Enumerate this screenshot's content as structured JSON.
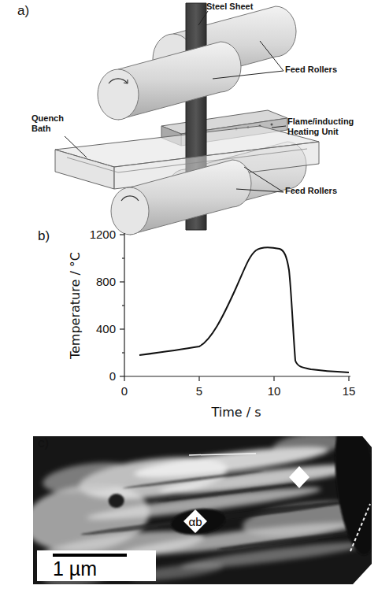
{
  "diagram": {
    "nodes": [
      {
        "text": [
          "αb"
        ]
      },
      {
        "text": [
          "1 µm"
        ]
      }
    ],
    "labels": [
      "a)",
      "Steel Sheet",
      "Feed Rollers",
      "Quench Bath",
      "Flame/inducting Heating Unit",
      "Feed Rollers",
      "b)",
      "1200",
      "800",
      "400",
      "0",
      "0",
      "5",
      "10",
      "15",
      "Temperature / °C",
      "Time / s",
      "c)"
    ]
  }
}
